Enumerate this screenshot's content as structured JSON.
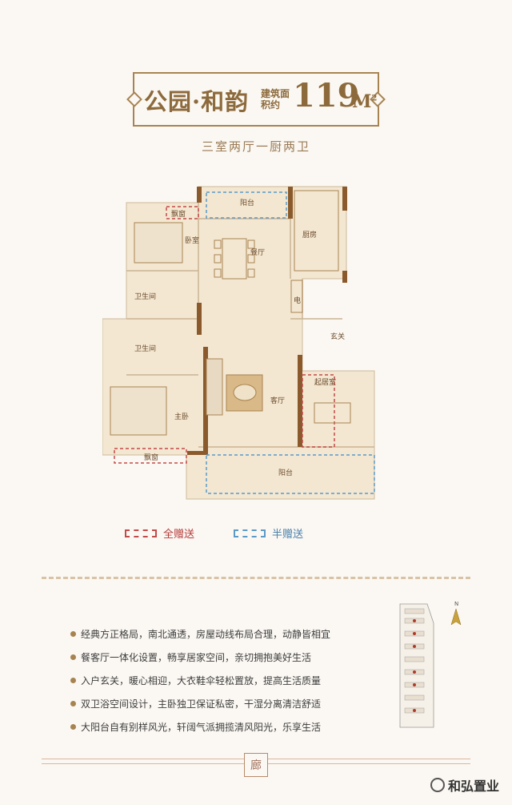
{
  "header": {
    "title": "公园·和韵",
    "area_label": "建筑面积约",
    "area_value": "119",
    "area_unit": "M",
    "area_unit_sup": "2",
    "subtitle": "三室两厅一厨两卫"
  },
  "plan": {
    "rooms": {
      "balcony_top": "阳台",
      "bay_window_top": "飘窗",
      "bedroom": "卧室",
      "dining": "餐厅",
      "kitchen": "厨房",
      "bathroom_1": "卫生间",
      "electric": "电",
      "foyer": "玄关",
      "bathroom_2": "卫生间",
      "living": "客厅",
      "study": "起居室",
      "master": "主卧",
      "bay_window_bottom": "飘窗",
      "balcony_bottom": "阳台"
    }
  },
  "legend": {
    "full_gift": "全赠送",
    "half_gift": "半赠送",
    "full_color": "#c24a4a",
    "half_color": "#5a9ac8"
  },
  "features": [
    "经典方正格局，南北通透，房屋动线布局合理，动静皆相宜",
    "餐客厅一体化设置，畅享居家空间，亲切拥抱美好生活",
    "入户玄关，暖心相迎，大衣鞋伞轻松置放，提高生活质量",
    "双卫浴空间设计，主卧独卫保证私密，干湿分离清洁舒适",
    "大阳台自有别样风光，轩阔气派拥揽清风阳光，乐享生活"
  ],
  "minimap": {
    "north": "N"
  },
  "seal": {
    "char": "廊"
  },
  "watermark": {
    "text": "和弘置业"
  }
}
